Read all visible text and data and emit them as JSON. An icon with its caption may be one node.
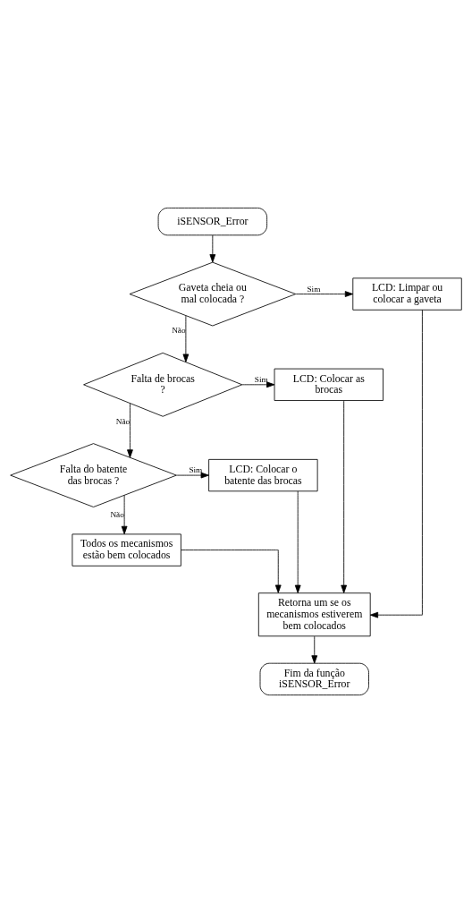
{
  "diagram": {
    "nodes": [
      {
        "text": [
          "iSENSOR_Error"
        ]
      },
      {
        "text": [
          "Gaveta cheia ou mal colocada ?"
        ]
      },
      {
        "text": [
          "LCD: Limpar ou colocar a gaveta"
        ]
      },
      {
        "text": [
          "Falta de brocas ?"
        ]
      },
      {
        "text": [
          "LCD: Colocar as brocas"
        ]
      },
      {
        "text": [
          "Falta do batente das brocas ?"
        ]
      },
      {
        "text": [
          "LCD: Colocar o batente das brocas"
        ]
      },
      {
        "text": [
          "Todos os mecanismos estão bem colocados"
        ]
      },
      {
        "text": [
          "Retorna um se os mecanismos estiverem bem colocados"
        ]
      },
      {
        "text": [
          "Fim da função iSENSOR_Error"
        ]
      }
    ],
    "edges": [
      {
        "from": 0,
        "to": 1,
        "arrow": "to"
      },
      {
        "from": 1,
        "to": 2,
        "label": "Sim",
        "arrow": "to"
      },
      {
        "from": 1,
        "to": 3,
        "label": "Não",
        "arrow": "to"
      },
      {
        "from": 3,
        "to": 4,
        "label": "Sim",
        "arrow": "to"
      },
      {
        "from": 3,
        "to": 5,
        "label": "Não",
        "arrow": "to"
      },
      {
        "from": 5,
        "to": 6,
        "label": "Sim",
        "arrow": "to"
      },
      {
        "from": 5,
        "to": 7,
        "label": "Não",
        "arrow": "to"
      },
      {
        "from": 7,
        "to": 8,
        "arrow": "to"
      },
      {
        "from": 2,
        "to": 8,
        "arrow": "to"
      },
      {
        "from": 4,
        "to": 8,
        "arrow": "to"
      },
      {
        "from": 6,
        "to": 8,
        "arrow": "to"
      },
      {
        "from": 8,
        "to": 9,
        "arrow": "to"
      }
    ]
  }
}
